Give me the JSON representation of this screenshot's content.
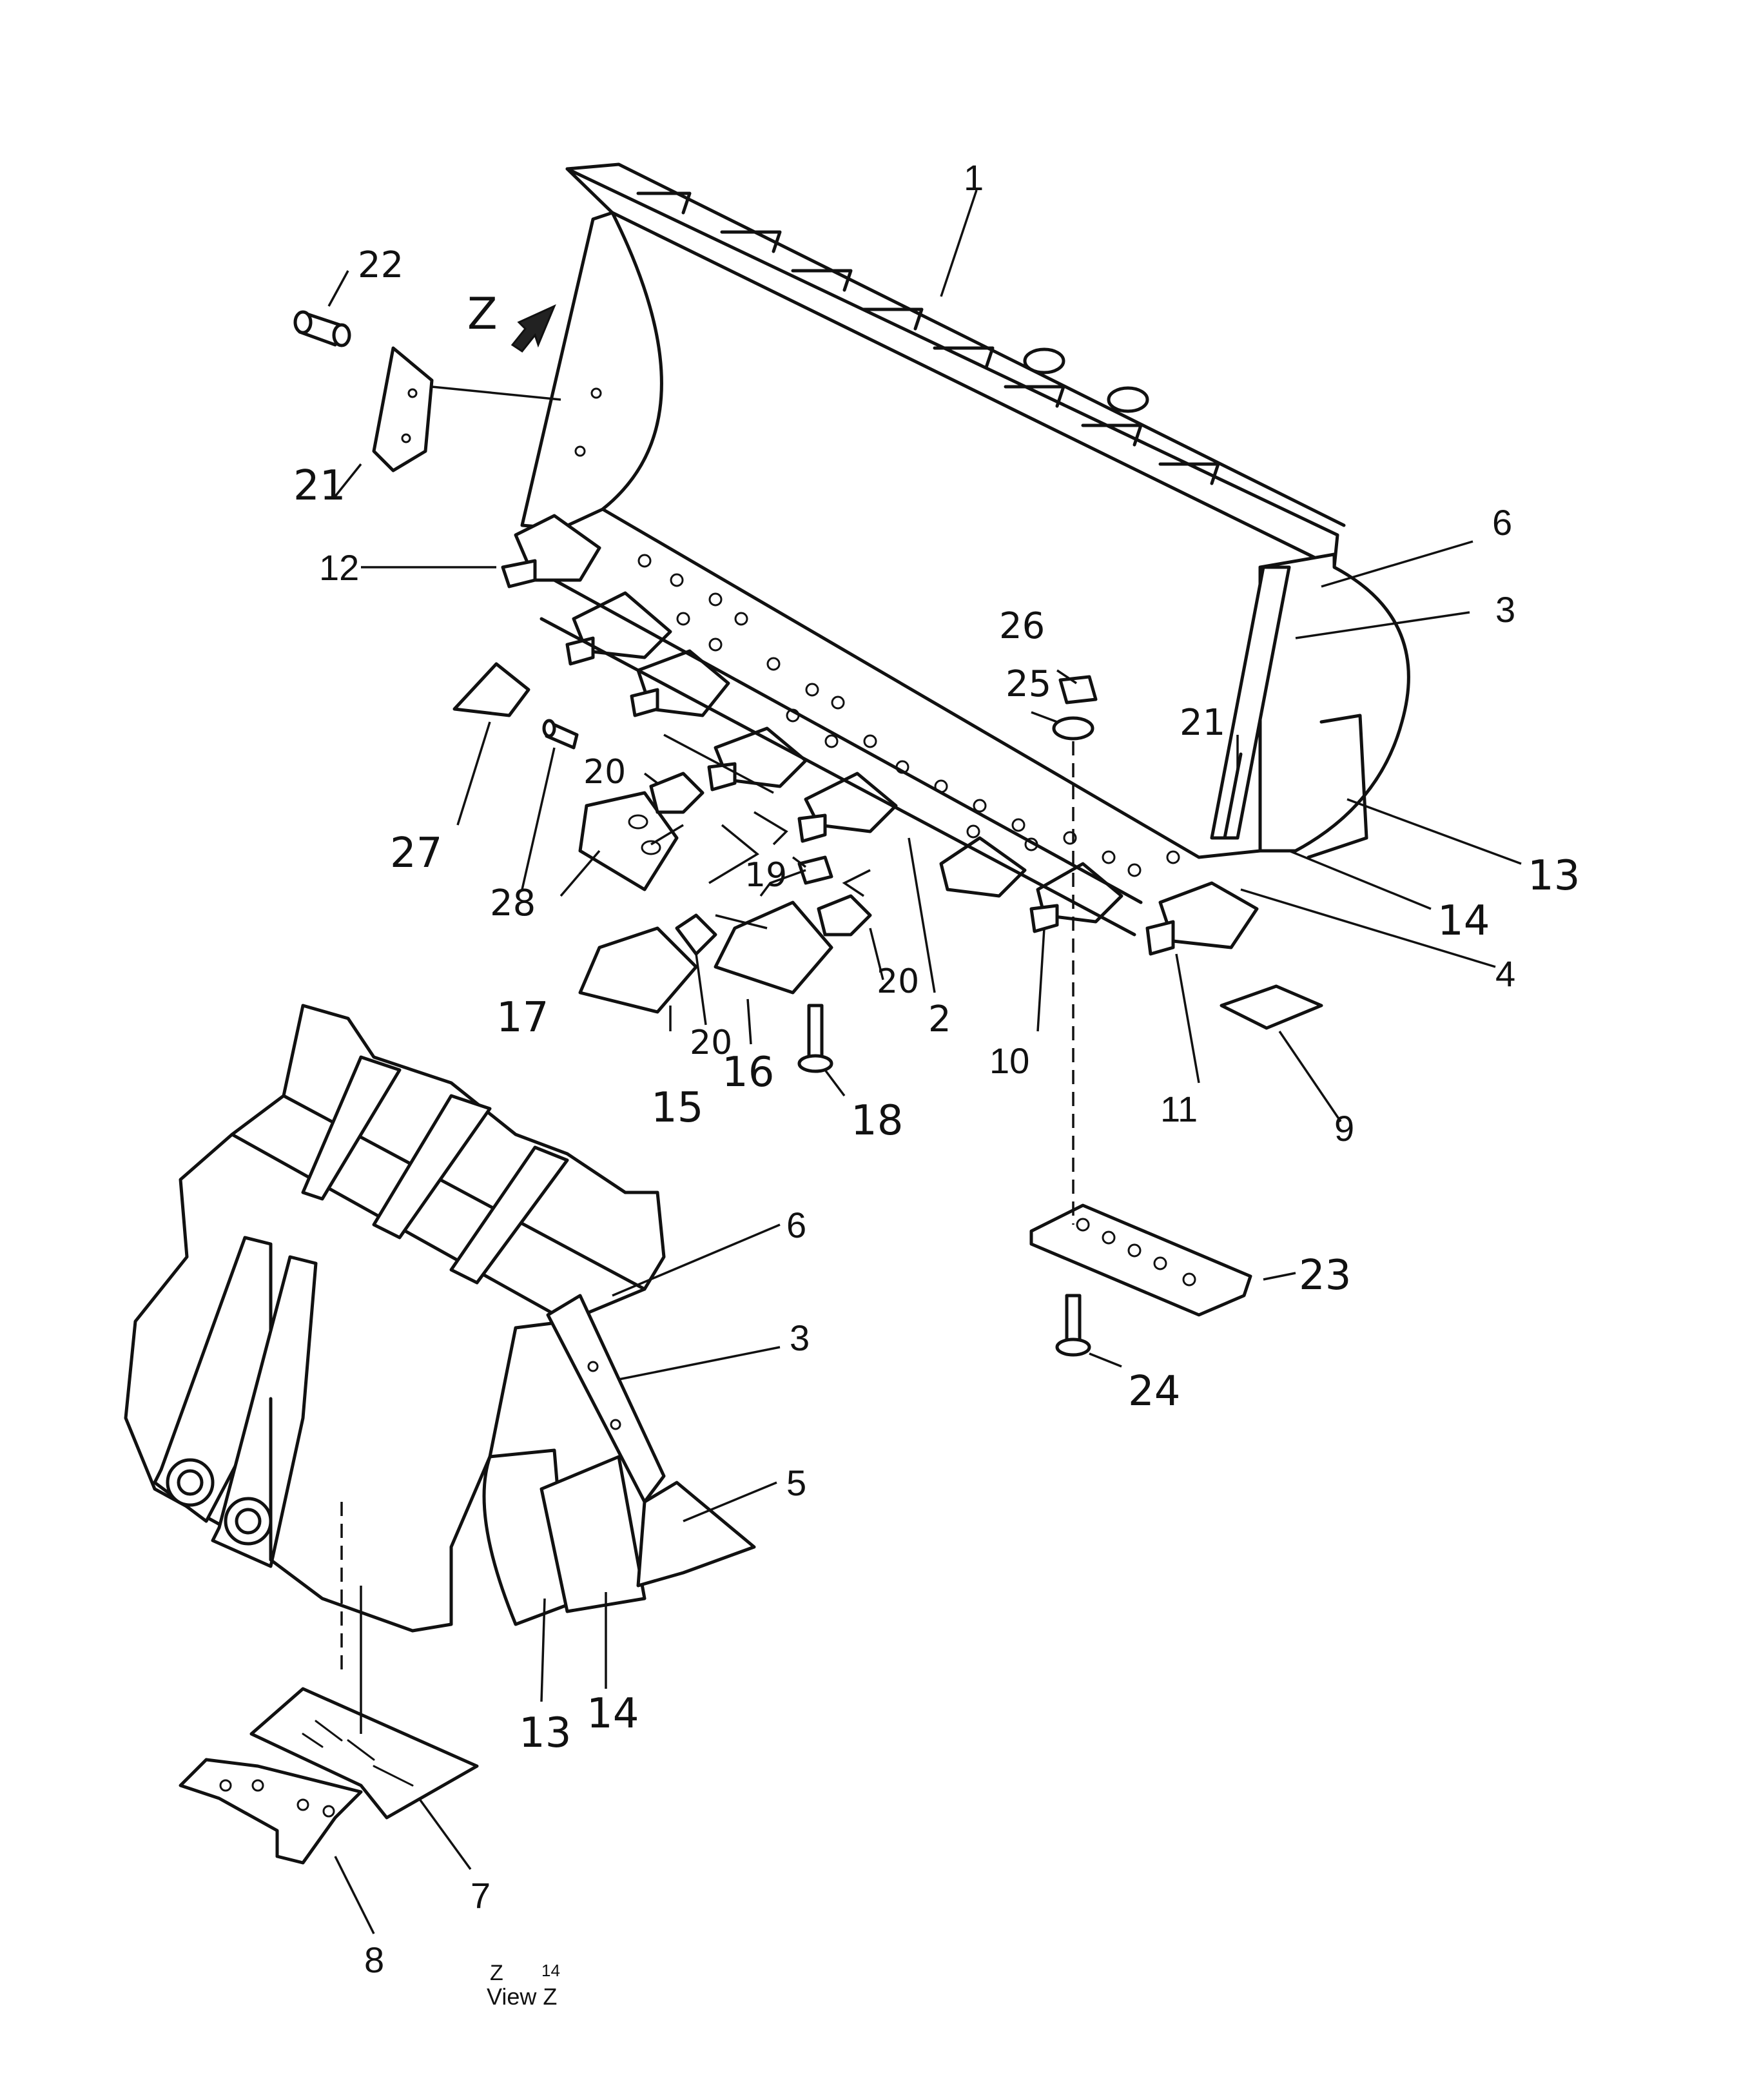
{
  "diagram": {
    "view_caption": {
      "line1": "Z",
      "line1_suffix": "14",
      "line2": "View  Z"
    },
    "view_marker": "Z",
    "colors": {
      "ink": "#111111",
      "paper": "#ffffff"
    },
    "callouts": [
      {
        "id": "c1",
        "label": "1"
      },
      {
        "id": "c2",
        "label": "2"
      },
      {
        "id": "c3",
        "label": "3"
      },
      {
        "id": "c3b",
        "label": "3"
      },
      {
        "id": "c4",
        "label": "4"
      },
      {
        "id": "c5",
        "label": "5"
      },
      {
        "id": "c6",
        "label": "6"
      },
      {
        "id": "c6b",
        "label": "6"
      },
      {
        "id": "c7",
        "label": "7"
      },
      {
        "id": "c8",
        "label": "8"
      },
      {
        "id": "c9",
        "label": "9"
      },
      {
        "id": "c10",
        "label": "10"
      },
      {
        "id": "c11",
        "label": "11"
      },
      {
        "id": "c12",
        "label": "12"
      },
      {
        "id": "c13",
        "label": "13"
      },
      {
        "id": "c13b",
        "label": "13"
      },
      {
        "id": "c14",
        "label": "14"
      },
      {
        "id": "c14b",
        "label": "14"
      },
      {
        "id": "c15",
        "label": "15"
      },
      {
        "id": "c16",
        "label": "16"
      },
      {
        "id": "c17",
        "label": "17"
      },
      {
        "id": "c18",
        "label": "18"
      },
      {
        "id": "c19",
        "label": "19"
      },
      {
        "id": "c20a",
        "label": "20"
      },
      {
        "id": "c20b",
        "label": "20"
      },
      {
        "id": "c20c",
        "label": "20"
      },
      {
        "id": "c21",
        "label": "21"
      },
      {
        "id": "c21b",
        "label": "21"
      },
      {
        "id": "c22",
        "label": "22"
      },
      {
        "id": "c23",
        "label": "23"
      },
      {
        "id": "c24",
        "label": "24"
      },
      {
        "id": "c25",
        "label": "25"
      },
      {
        "id": "c26",
        "label": "26"
      },
      {
        "id": "c27",
        "label": "27"
      },
      {
        "id": "c28",
        "label": "28"
      }
    ]
  }
}
